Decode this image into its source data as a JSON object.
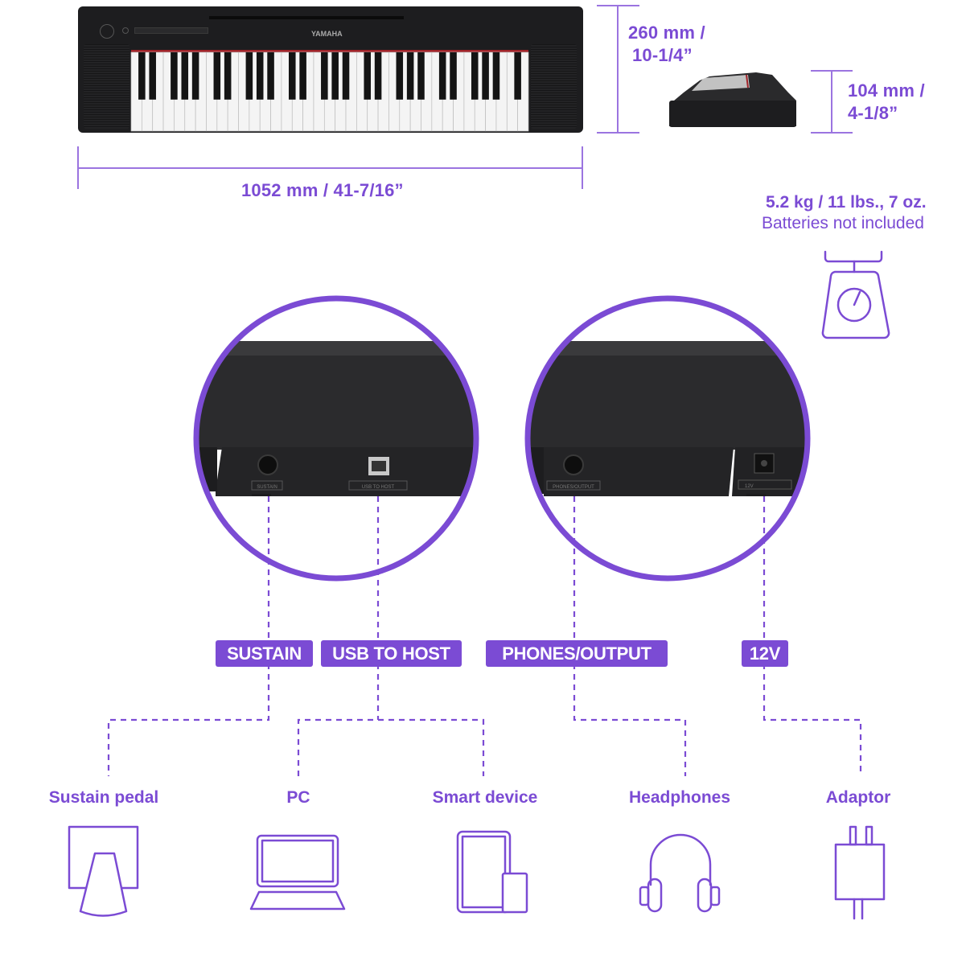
{
  "dimensions": {
    "width": "1052 mm / 41-7/16”",
    "depth_line1": "260 mm /",
    "depth_line2": "10-1/4”",
    "height_line1": "104 mm /",
    "height_line2": "4-1/8”"
  },
  "weight": {
    "value": "5.2 kg / 11 lbs., 7 oz.",
    "note": "Batteries not included",
    "icon": "scale-icon"
  },
  "keyboard": {
    "brand": "YAMAHA",
    "white_keys": 37
  },
  "ports": [
    {
      "label": "SUSTAIN",
      "panel_text": "SUSTAIN"
    },
    {
      "label": "USB TO HOST",
      "panel_text": "USB TO HOST"
    },
    {
      "label": "PHONES/OUTPUT",
      "panel_text": "PHONES/OUTPUT"
    },
    {
      "label": "12V",
      "panel_text": "12V"
    }
  ],
  "devices": [
    {
      "label": "Sustain pedal",
      "icon": "sustain-pedal-icon"
    },
    {
      "label": "PC",
      "icon": "laptop-icon"
    },
    {
      "label": "Smart device",
      "icon": "smart-device-icon"
    },
    {
      "label": "Headphones",
      "icon": "headphones-icon"
    },
    {
      "label": "Adaptor",
      "icon": "power-adaptor-icon"
    }
  ],
  "colors": {
    "accent": "#7b4bd4",
    "device_body": "#1d1d1f",
    "key_felt": "#a2242a"
  }
}
